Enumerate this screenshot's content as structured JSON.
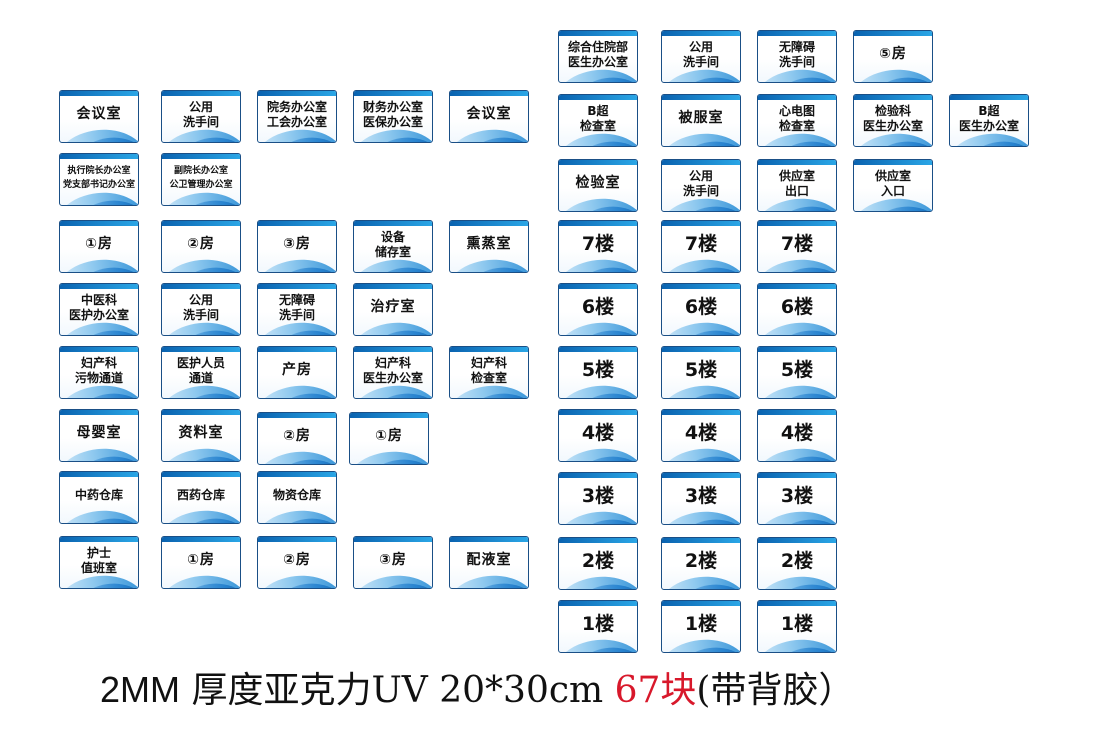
{
  "signs": {
    "r1c1": "综合住院部\n医生办公室",
    "r1c2": "公用\n洗手间",
    "r1c3": "无障碍\n洗手间",
    "r1c4": "⑤房",
    "la1": "会议室",
    "la2": "公用\n洗手间",
    "la3": "院务办公室\n工会办公室",
    "la4": "财务办公室\n医保办公室",
    "la5": "会议室",
    "r2c1": "B超\n检查室",
    "r2c2": "被服室",
    "r2c3": "心电图\n检查室",
    "r2c4": "检验科\n医生办公室",
    "r2c5": "B超\n医生办公室",
    "lb1": "执行院长办公室\n党支部书记办公室",
    "lb2": "副院长办公室\n公卫管理办公室",
    "r3c1": "检验室",
    "r3c2": "公用\n洗手间",
    "r3c3": "供应室\n出口",
    "r3c4": "供应室\n入口",
    "lc1": "①房",
    "lc2": "②房",
    "lc3": "③房",
    "lc4": "设备\n储存室",
    "lc5": "熏蒸室",
    "ld1": "中医科\n医护办公室",
    "ld2": "公用\n洗手间",
    "ld3": "无障碍\n洗手间",
    "ld4": "治疗室",
    "le1": "妇产科\n污物通道",
    "le2": "医护人员\n通道",
    "le3": "产房",
    "le4": "妇产科\n医生办公室",
    "le5": "妇产科\n检查室",
    "lf1": "母婴室",
    "lf2": "资料室",
    "lf3": "②房",
    "lf4": "①房",
    "lg1": "中药仓库",
    "lg2": "西药仓库",
    "lg3": "物资仓库",
    "lh1": "护士\n值班室",
    "lh2": "①房",
    "lh3": "②房",
    "lh4": "③房",
    "lh5": "配液室",
    "f7a": "7楼",
    "f7b": "7楼",
    "f7c": "7楼",
    "f6a": "6楼",
    "f6b": "6楼",
    "f6c": "6楼",
    "f5a": "5楼",
    "f5b": "5楼",
    "f5c": "5楼",
    "f4a": "4楼",
    "f4b": "4楼",
    "f4c": "4楼",
    "f3a": "3楼",
    "f3b": "3楼",
    "f3c": "3楼",
    "f2a": "2楼",
    "f2b": "2楼",
    "f2c": "2楼",
    "f1a": "1楼",
    "f1b": "1楼",
    "f1c": "1楼"
  },
  "caption": {
    "lead": "2MM",
    "middle": " 厚度亚克力UV 20*30cm ",
    "count": "67块",
    "tail": "(带背胶）"
  }
}
